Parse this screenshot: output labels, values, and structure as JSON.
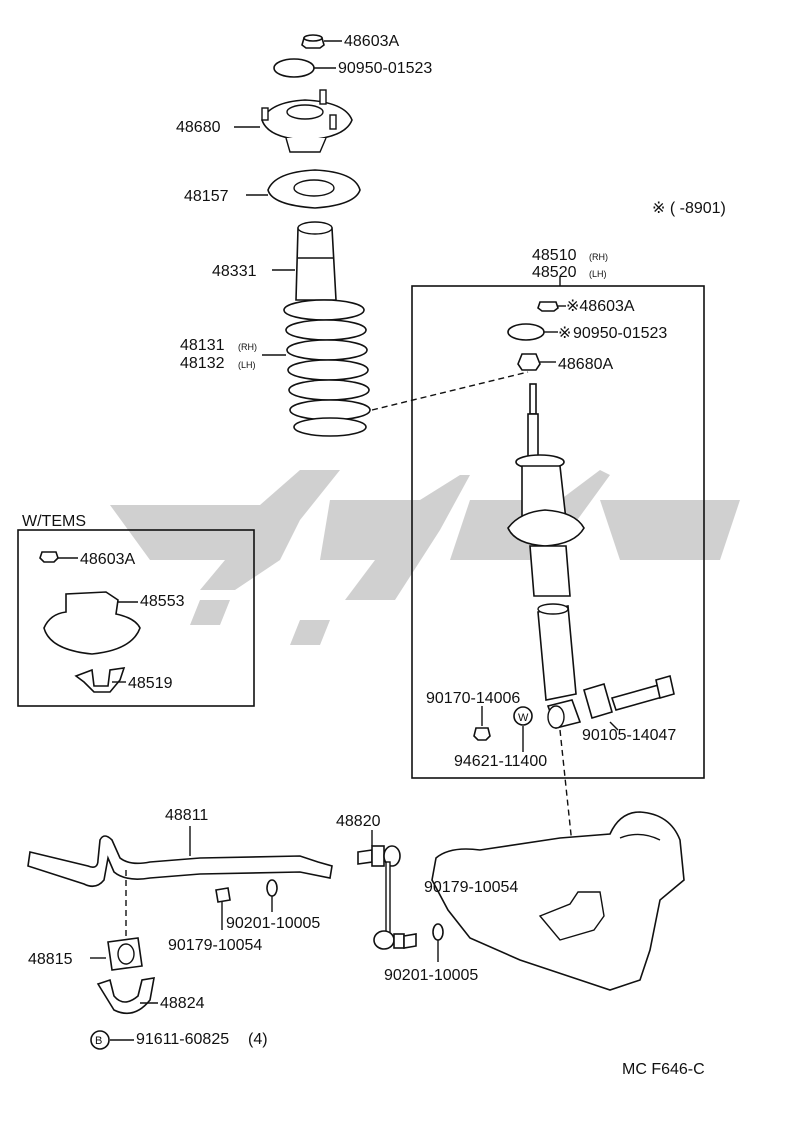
{
  "diagram": {
    "note_range": "※ (        -8901)",
    "footer_code": "MC F646-C",
    "callouts": {
      "p48603A_top": "48603A",
      "p90950_top": "90950-01523",
      "p48680": "48680",
      "p48157": "48157",
      "p48331": "48331",
      "p48131": "48131",
      "p48131_side": "(RH)",
      "p48132": "48132",
      "p48132_side": "(LH)",
      "p48510": "48510",
      "p48510_side": "(RH)",
      "p48520": "48520",
      "p48520_side": "(LH)",
      "p48603A_box": "※48603A",
      "p90950_box": "90950-01523",
      "p90950_box_mark": "※",
      "p48680A": "48680A",
      "p90170": "90170-14006",
      "w_mark": "W",
      "p94621": "94621-11400",
      "p90105": "90105-14047",
      "tems_label": "W/TEMS",
      "p48603A_tems": "48603A",
      "p48553": "48553",
      "p48519": "48519",
      "p48811": "48811",
      "p48820": "48820",
      "p90179_right": "90179-10054",
      "p90201_left": "90201-10005",
      "p90179_left": "90179-10054",
      "p90201_right": "90201-10005",
      "p48815": "48815",
      "p48824": "48824",
      "b_mark": "B",
      "p91611": "91611-60825",
      "p91611_qty": "(4)"
    }
  }
}
